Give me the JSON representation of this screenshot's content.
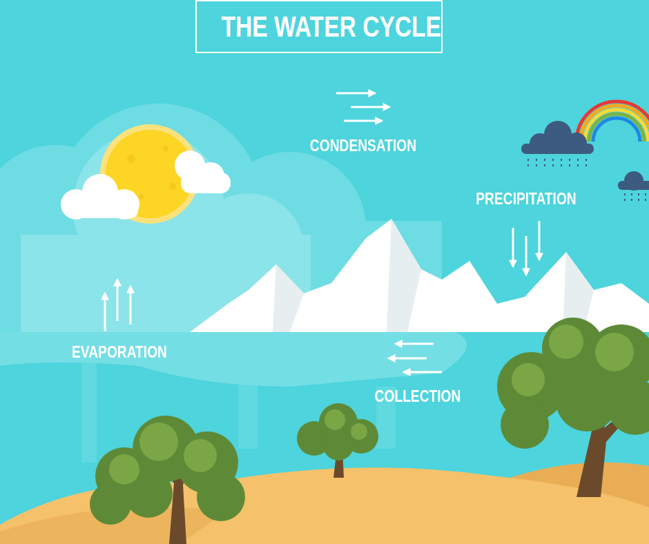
{
  "diagram": {
    "title": "THE WATER CYCLE",
    "labels": [
      "CONDENSATION",
      "PRECIPITATION",
      "EVAPORATION",
      "COLLECTION"
    ]
  }
}
